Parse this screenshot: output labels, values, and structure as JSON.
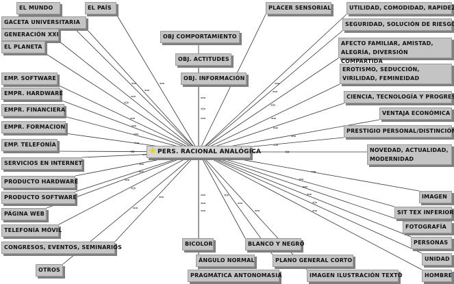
{
  "center": {
    "label": "PERS. RACIONAL ANALÓGICA"
  },
  "nodes": [
    {
      "label": "EL MUNDO"
    },
    {
      "label": "GACETA UNIVERSITARIA"
    },
    {
      "label": "GENERACIÓN XXI"
    },
    {
      "label": "EL PLANETA"
    },
    {
      "label": "EMP. SOFTWARE"
    },
    {
      "label": "EMPR. HARDWARE"
    },
    {
      "label": "EMPR. FINANCIERA"
    },
    {
      "label": "EMPR. FORMACION"
    },
    {
      "label": "EMP. TELEFONÍA"
    },
    {
      "label": "SERVICIOS EN INTERNET"
    },
    {
      "label": "PRODUCTO HARDWARE"
    },
    {
      "label": "PRODUCTO SOFTWARE"
    },
    {
      "label": "PÁGINA WEB"
    },
    {
      "label": "TELEFONÍA MÓVIL"
    },
    {
      "label": "CONGRESOS, EVENTOS, SEMINARIOS"
    },
    {
      "label": "OTROS"
    },
    {
      "label": "EL PAÍS"
    },
    {
      "label": "OBJ COMPORTAMIENTO"
    },
    {
      "label": "OBJ. ACTITUDES"
    },
    {
      "label": "OBJ. INFORMACIÓN"
    },
    {
      "label": "PLACER SENSORIAL"
    },
    {
      "label": "UTILIDAD, COMODIDAD, RAPIDEZ"
    },
    {
      "label": "SEGURIDAD, SOLUCIÓN DE RIESGOS"
    },
    {
      "label": "AFECTO FAMILIAR, AMISTAD, ALEGRÍA, DIVERSIÓN COMPARTIDA"
    },
    {
      "label": "EROTISMO, SEDUCCIÓN, VIRILIDAD, FEMINEIDAD"
    },
    {
      "label": "CIENCIA, TECNOLOGÍA Y PROGRESO"
    },
    {
      "label": "VENTAJA ECONÓMICA"
    },
    {
      "label": "PRESTIGIO PERSONAL/DISTINCIÓN"
    },
    {
      "label": "NOVEDAD, ACTUALIDAD, MODERNIDAD"
    },
    {
      "label": "IMAGEN"
    },
    {
      "label": "SIT TEX INFERIOR"
    },
    {
      "label": "FOTOGRAFÍA"
    },
    {
      "label": "PERSONAS"
    },
    {
      "label": "UNIDAD"
    },
    {
      "label": "HOMBRE"
    },
    {
      "label": "BICOLOR"
    },
    {
      "label": "ÁNGULO NORMAL"
    },
    {
      "label": "PRAGMÁTICA ANTONOMASIA"
    },
    {
      "label": "BLANCO Y NEGRO"
    },
    {
      "label": "PLANO GENERAL CORTO"
    },
    {
      "label": "IMAGEN ILUSTRACIÓN TEXTO"
    }
  ],
  "edge_symbols": [
    "==",
    "<>"
  ],
  "colors": {
    "node_fill": "#c4c4c4",
    "node_shadow": "#7f7f7f",
    "line": "#333333"
  }
}
